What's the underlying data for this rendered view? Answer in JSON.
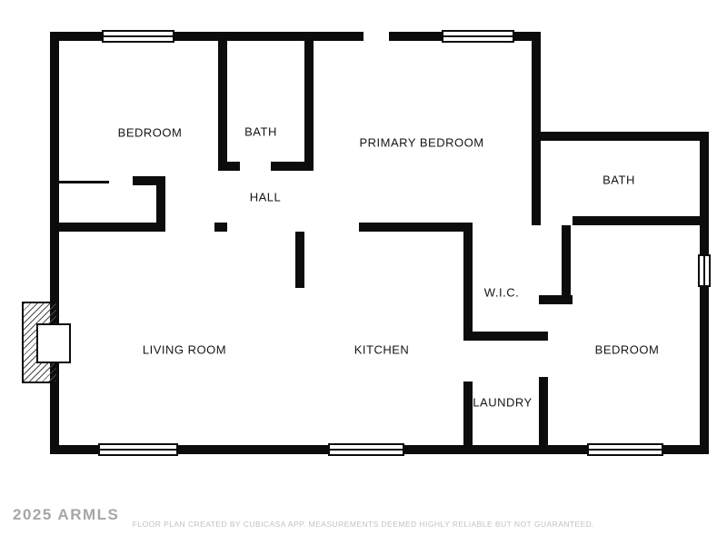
{
  "floor_plan": {
    "rooms": [
      {
        "id": "bedroom-top-left",
        "label": "BEDROOM"
      },
      {
        "id": "bath-top",
        "label": "BATH"
      },
      {
        "id": "primary-bedroom",
        "label": "PRIMARY BEDROOM"
      },
      {
        "id": "bath-right",
        "label": "BATH"
      },
      {
        "id": "hall",
        "label": "HALL"
      },
      {
        "id": "wic",
        "label": "W.I.C."
      },
      {
        "id": "living-room",
        "label": "LIVING ROOM"
      },
      {
        "id": "kitchen",
        "label": "KITCHEN"
      },
      {
        "id": "laundry",
        "label": "LAUNDRY"
      },
      {
        "id": "bedroom-bottom-right",
        "label": "BEDROOM"
      }
    ],
    "footer_disclaimer": "FLOOR PLAN CREATED BY CUBICASA APP. MEASUREMENTS DEEMED HIGHLY RELIABLE BUT NOT GUARANTEED.",
    "watermark": "2025 ARMLS",
    "colors": {
      "wall": "#0c0c0c",
      "background": "#ffffff",
      "footer_text": "#c2c2c2",
      "watermark_text": "#969696"
    }
  }
}
